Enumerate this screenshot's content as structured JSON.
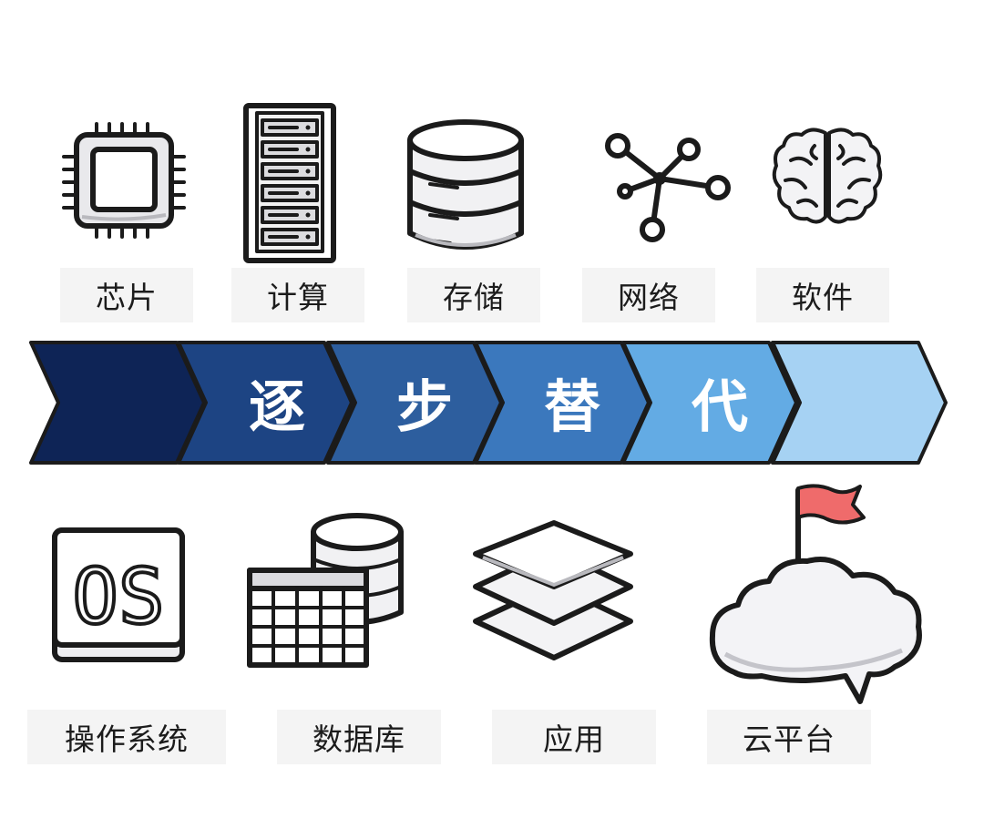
{
  "top_row": [
    {
      "icon": "chip-icon",
      "label": "芯片"
    },
    {
      "icon": "server-rack-icon",
      "label": "计算"
    },
    {
      "icon": "storage-database-icon",
      "label": "存储"
    },
    {
      "icon": "network-nodes-icon",
      "label": "网络"
    },
    {
      "icon": "brain-icon",
      "label": "软件"
    }
  ],
  "banner": {
    "words": [
      "逐",
      "步",
      "替",
      "代"
    ],
    "colors": [
      "#0e2456",
      "#1d4483",
      "#2d5e9e",
      "#3b78bd",
      "#63abe4",
      "#a6d2f3"
    ]
  },
  "bottom_row": [
    {
      "icon": "os-icon",
      "label": "操作系统",
      "icon_text": "OS"
    },
    {
      "icon": "database-table-icon",
      "label": "数据库"
    },
    {
      "icon": "layers-icon",
      "label": "应用"
    },
    {
      "icon": "cloud-flag-icon",
      "label": "云平台"
    }
  ],
  "colors": {
    "flag": "#ef6b6b",
    "label_bg": "#f4f4f4"
  }
}
